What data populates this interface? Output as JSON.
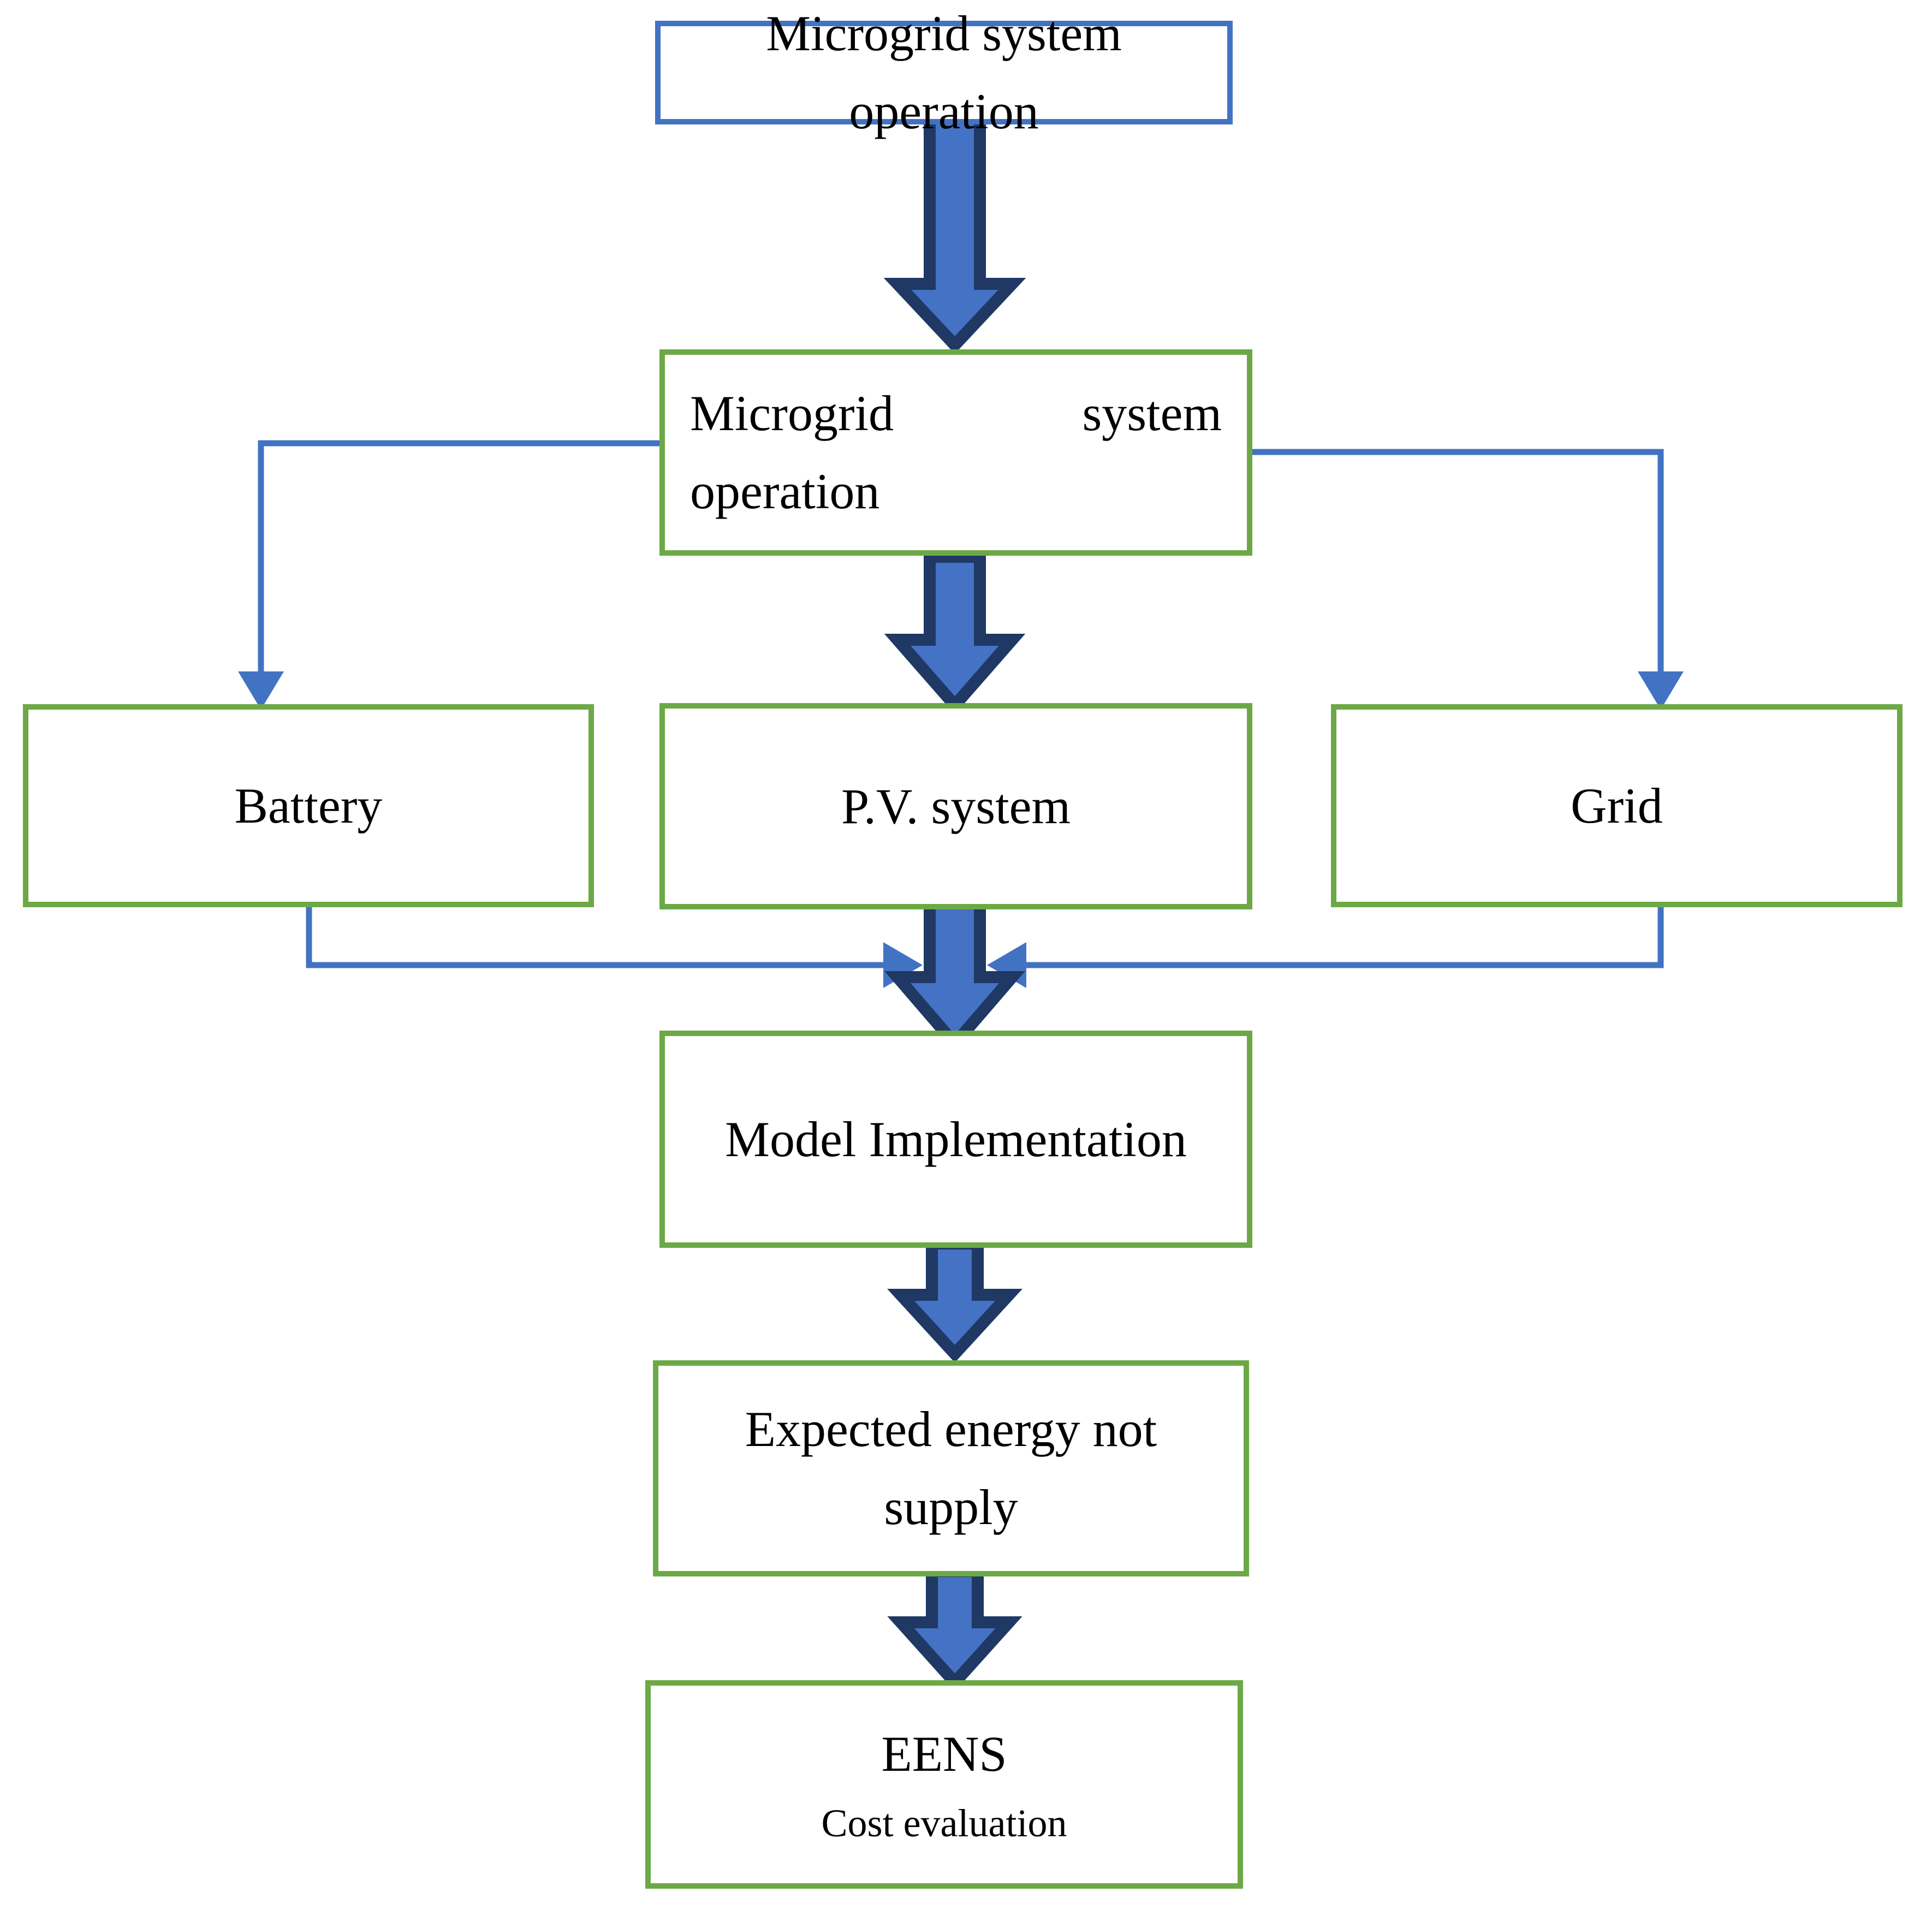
{
  "diagram": {
    "title": "Microgrid system operation flowchart",
    "colors": {
      "blue_border": "#4273C3",
      "green_border": "#6CA946",
      "arrow_fill": "#4472C4",
      "arrow_outline": "#1F3864",
      "connector_line": "#4273C3",
      "text": "#000000",
      "background": "#FFFFFF"
    },
    "nodes": [
      {
        "id": "microgrid-system-operation-top",
        "border": "blue",
        "lines": [
          "Microgrid system",
          "operation"
        ]
      },
      {
        "id": "microgrid-system-operation-second",
        "border": "green",
        "lines": [
          "Microgrid         system",
          "operation"
        ],
        "line1": "Microgrid         system",
        "line2": "operation"
      },
      {
        "id": "battery",
        "border": "green",
        "lines": [
          "Battery"
        ]
      },
      {
        "id": "pv-system",
        "border": "green",
        "lines": [
          "P.V. system"
        ]
      },
      {
        "id": "grid",
        "border": "green",
        "lines": [
          "Grid"
        ]
      },
      {
        "id": "model-implementation",
        "border": "green",
        "lines": [
          "Model Implementation"
        ]
      },
      {
        "id": "expected-energy-not-supply",
        "border": "green",
        "lines": [
          "Expected energy not",
          "supply"
        ]
      },
      {
        "id": "eens-cost-evaluation",
        "border": "green",
        "lines": [
          "EENS",
          "Cost evaluation"
        ]
      }
    ],
    "edges": [
      {
        "id": "top-to-second",
        "type": "block-arrow",
        "from": "microgrid-system-operation-top",
        "to": "microgrid-system-operation-second"
      },
      {
        "id": "second-to-battery",
        "type": "elbow-line",
        "from": "microgrid-system-operation-second",
        "to": "battery"
      },
      {
        "id": "second-to-pv",
        "type": "block-arrow",
        "from": "microgrid-system-operation-second",
        "to": "pv-system"
      },
      {
        "id": "second-to-grid",
        "type": "elbow-line",
        "from": "microgrid-system-operation-second",
        "to": "grid"
      },
      {
        "id": "battery-to-junction",
        "type": "elbow-line",
        "from": "battery",
        "to": "model-implementation"
      },
      {
        "id": "grid-to-junction",
        "type": "elbow-line",
        "from": "grid",
        "to": "model-implementation"
      },
      {
        "id": "pv-to-model",
        "type": "block-arrow",
        "from": "pv-system",
        "to": "model-implementation"
      },
      {
        "id": "model-to-eens-supply",
        "type": "block-arrow",
        "from": "model-implementation",
        "to": "expected-energy-not-supply"
      },
      {
        "id": "supply-to-eens-cost",
        "type": "block-arrow",
        "from": "expected-energy-not-supply",
        "to": "eens-cost-evaluation"
      }
    ]
  }
}
